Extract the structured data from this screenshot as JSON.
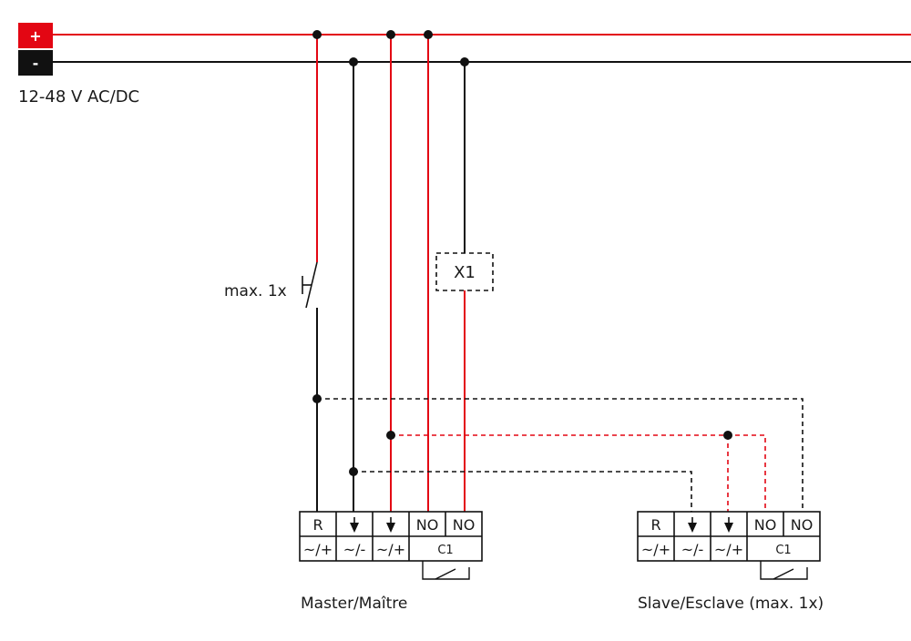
{
  "supply": {
    "plus_sign": "+",
    "minus_sign": "-",
    "voltage": "12-48 V AC/DC"
  },
  "pushbutton": {
    "label": "max. 1x"
  },
  "load": {
    "label": "X1"
  },
  "master": {
    "caption": "Master/Maître",
    "top_terminals": [
      "R",
      "",
      "",
      "NO",
      "NO"
    ],
    "bottom_terminals": [
      "~/+",
      "~/-",
      "~/+",
      "C1"
    ]
  },
  "slave": {
    "caption": "Slave/Esclave (max. 1x)",
    "top_terminals": [
      "R",
      "",
      "",
      "NO",
      "NO"
    ],
    "bottom_terminals": [
      "~/+",
      "~/-",
      "~/+",
      "C1"
    ]
  },
  "colors": {
    "positive": "#e30613",
    "negative": "#111111",
    "text": "#1a1a1a"
  },
  "icons": {
    "arrow": "down-arrow-icon",
    "switch": "pushbutton-switch-icon",
    "relay": "relay-contact-icon"
  }
}
